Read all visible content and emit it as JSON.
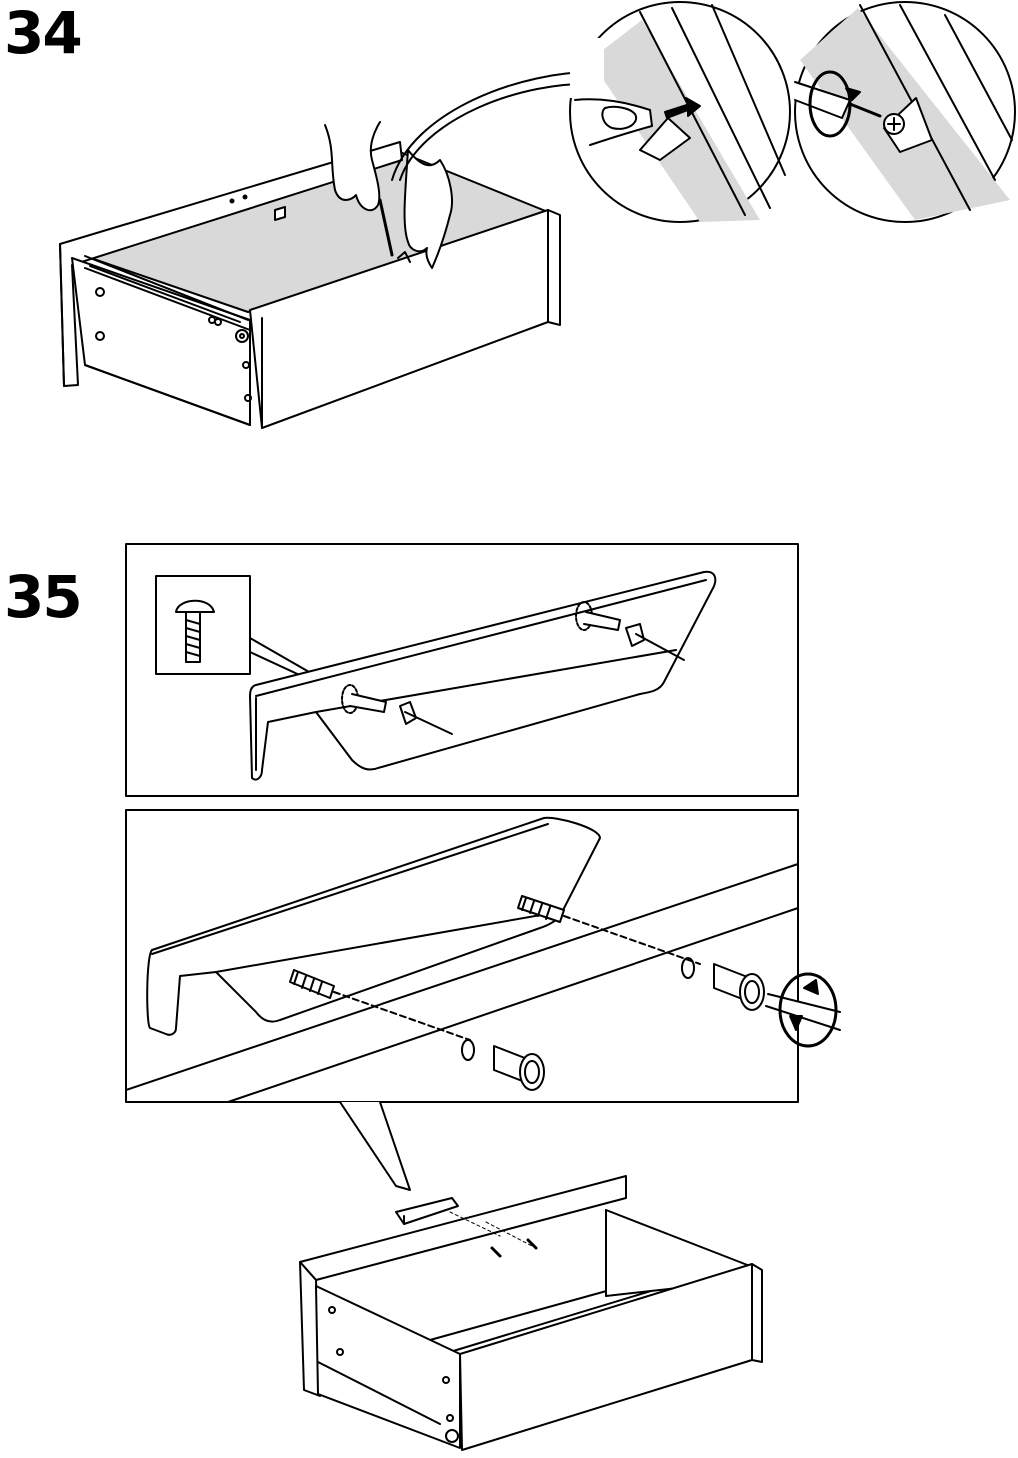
{
  "steps": [
    {
      "number": "34"
    },
    {
      "number": "35"
    }
  ],
  "icons": {
    "step34_scene": "drawer-hands-screwdriver-illustration",
    "step34_detail1": "push-bracket-magnifier",
    "step34_detail2": "screw-in-bracket-magnifier",
    "step35_carriage_bolt": "carriage-bolt-icon",
    "step35_handle_bolts": "handle-bolts-insertion",
    "step35_handle_screws": "handle-screw-fastening",
    "step35_drawer": "open-drawer-with-handle"
  },
  "colors": {
    "line": "#000000",
    "panel_fill": "#d9d9d9",
    "background": "#ffffff"
  }
}
